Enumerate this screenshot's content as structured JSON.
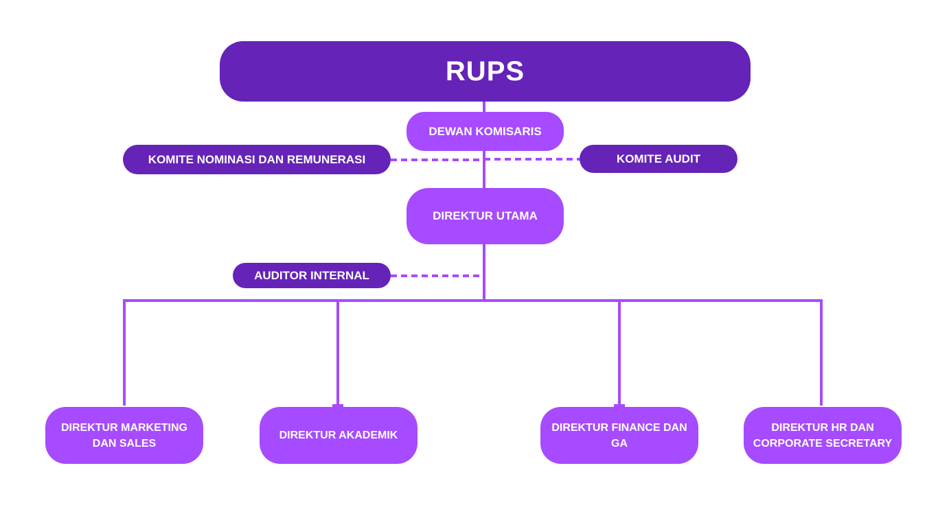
{
  "nodes": {
    "rups": "RUPS",
    "dewan_komisaris": "DEWAN KOMISARIS",
    "komite_nominasi": "KOMITE NOMINASI DAN REMUNERASI",
    "komite_audit": "KOMITE AUDIT",
    "direktur_utama": "DIREKTUR UTAMA",
    "auditor_internal": "AUDITOR INTERNAL",
    "direktur_marketing": "DIREKTUR MARKETING DAN SALES",
    "direktur_akademik": "DIREKTUR AKADEMIK",
    "direktur_finance": "DIREKTUR FINANCE DAN GA",
    "direktur_hr": "DIREKTUR HR DAN CORPORATE SECRETARY"
  },
  "colors": {
    "dark_box": "#6523b8",
    "light_box": "#a64bff",
    "connector": "#a64bff",
    "text": "#ffffff"
  }
}
